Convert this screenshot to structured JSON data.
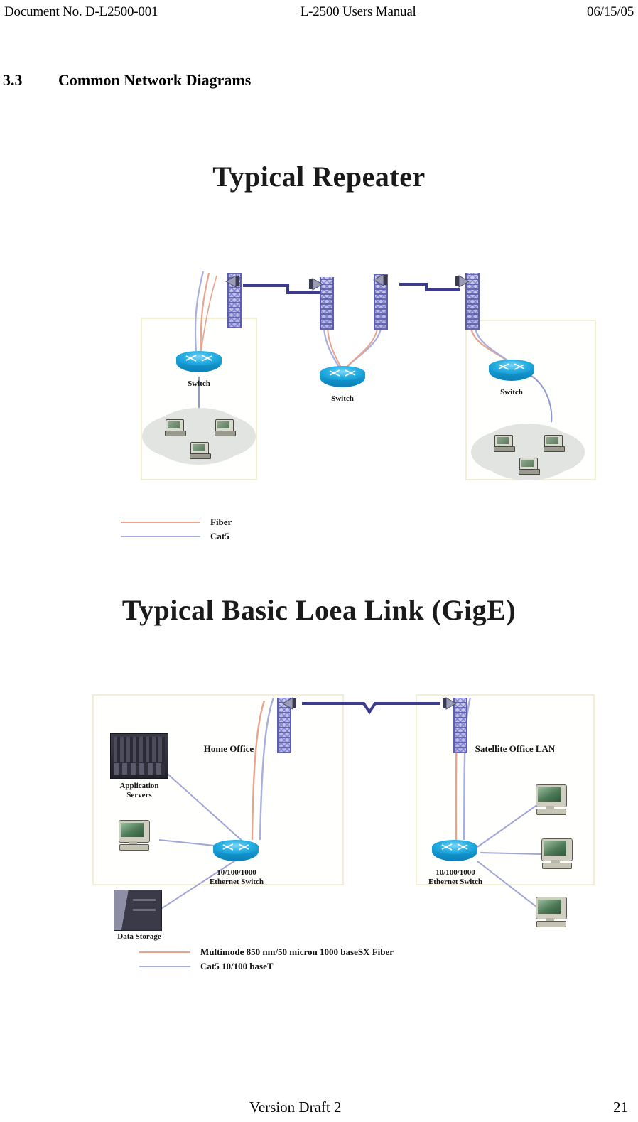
{
  "document": {
    "header": {
      "document_no": "Document No. D-L2500-001",
      "title": "L-2500 Users Manual",
      "date": "06/15/05"
    },
    "footer": {
      "version": "Version Draft 2",
      "page_number": "21"
    },
    "section": {
      "number": "3.3",
      "title": "Common Network Diagrams"
    }
  },
  "colors": {
    "fiber": "#e8a58e",
    "cat5": "#a9aede",
    "rf_link": "#3b3b8f",
    "tower": "#5b5fae",
    "switch": "#17a3db",
    "zone_border": "#f2efd2",
    "cloud": "#e2e4e2"
  },
  "figures": [
    {
      "id": "typical-repeater",
      "title": "Typical Repeater",
      "labels": {
        "switch_left": "Switch",
        "switch_middle": "Switch",
        "switch_right": "Switch"
      },
      "legend": [
        {
          "label": "Fiber",
          "color": "#e8a58e"
        },
        {
          "label": "Cat5",
          "color": "#a9aede"
        }
      ]
    },
    {
      "id": "typical-basic-local-link-gige",
      "title": "Typical Basic Loea Link (GigE)",
      "labels": {
        "home_office": "Home Office",
        "application_servers": "Application\nServers",
        "data_storage": "Data Storage",
        "switch_left": "10/100/1000\nEthernet Switch",
        "satellite_office_lan": "Satellite Office LAN",
        "switch_right": "10/100/1000\nEthernet Switch"
      },
      "legend": [
        {
          "label": "Multimode 850 nm/50 micron 1000 baseSX Fiber",
          "color": "#e8a58e"
        },
        {
          "label": "Cat5 10/100 baseT",
          "color": "#a9aede"
        }
      ]
    }
  ]
}
